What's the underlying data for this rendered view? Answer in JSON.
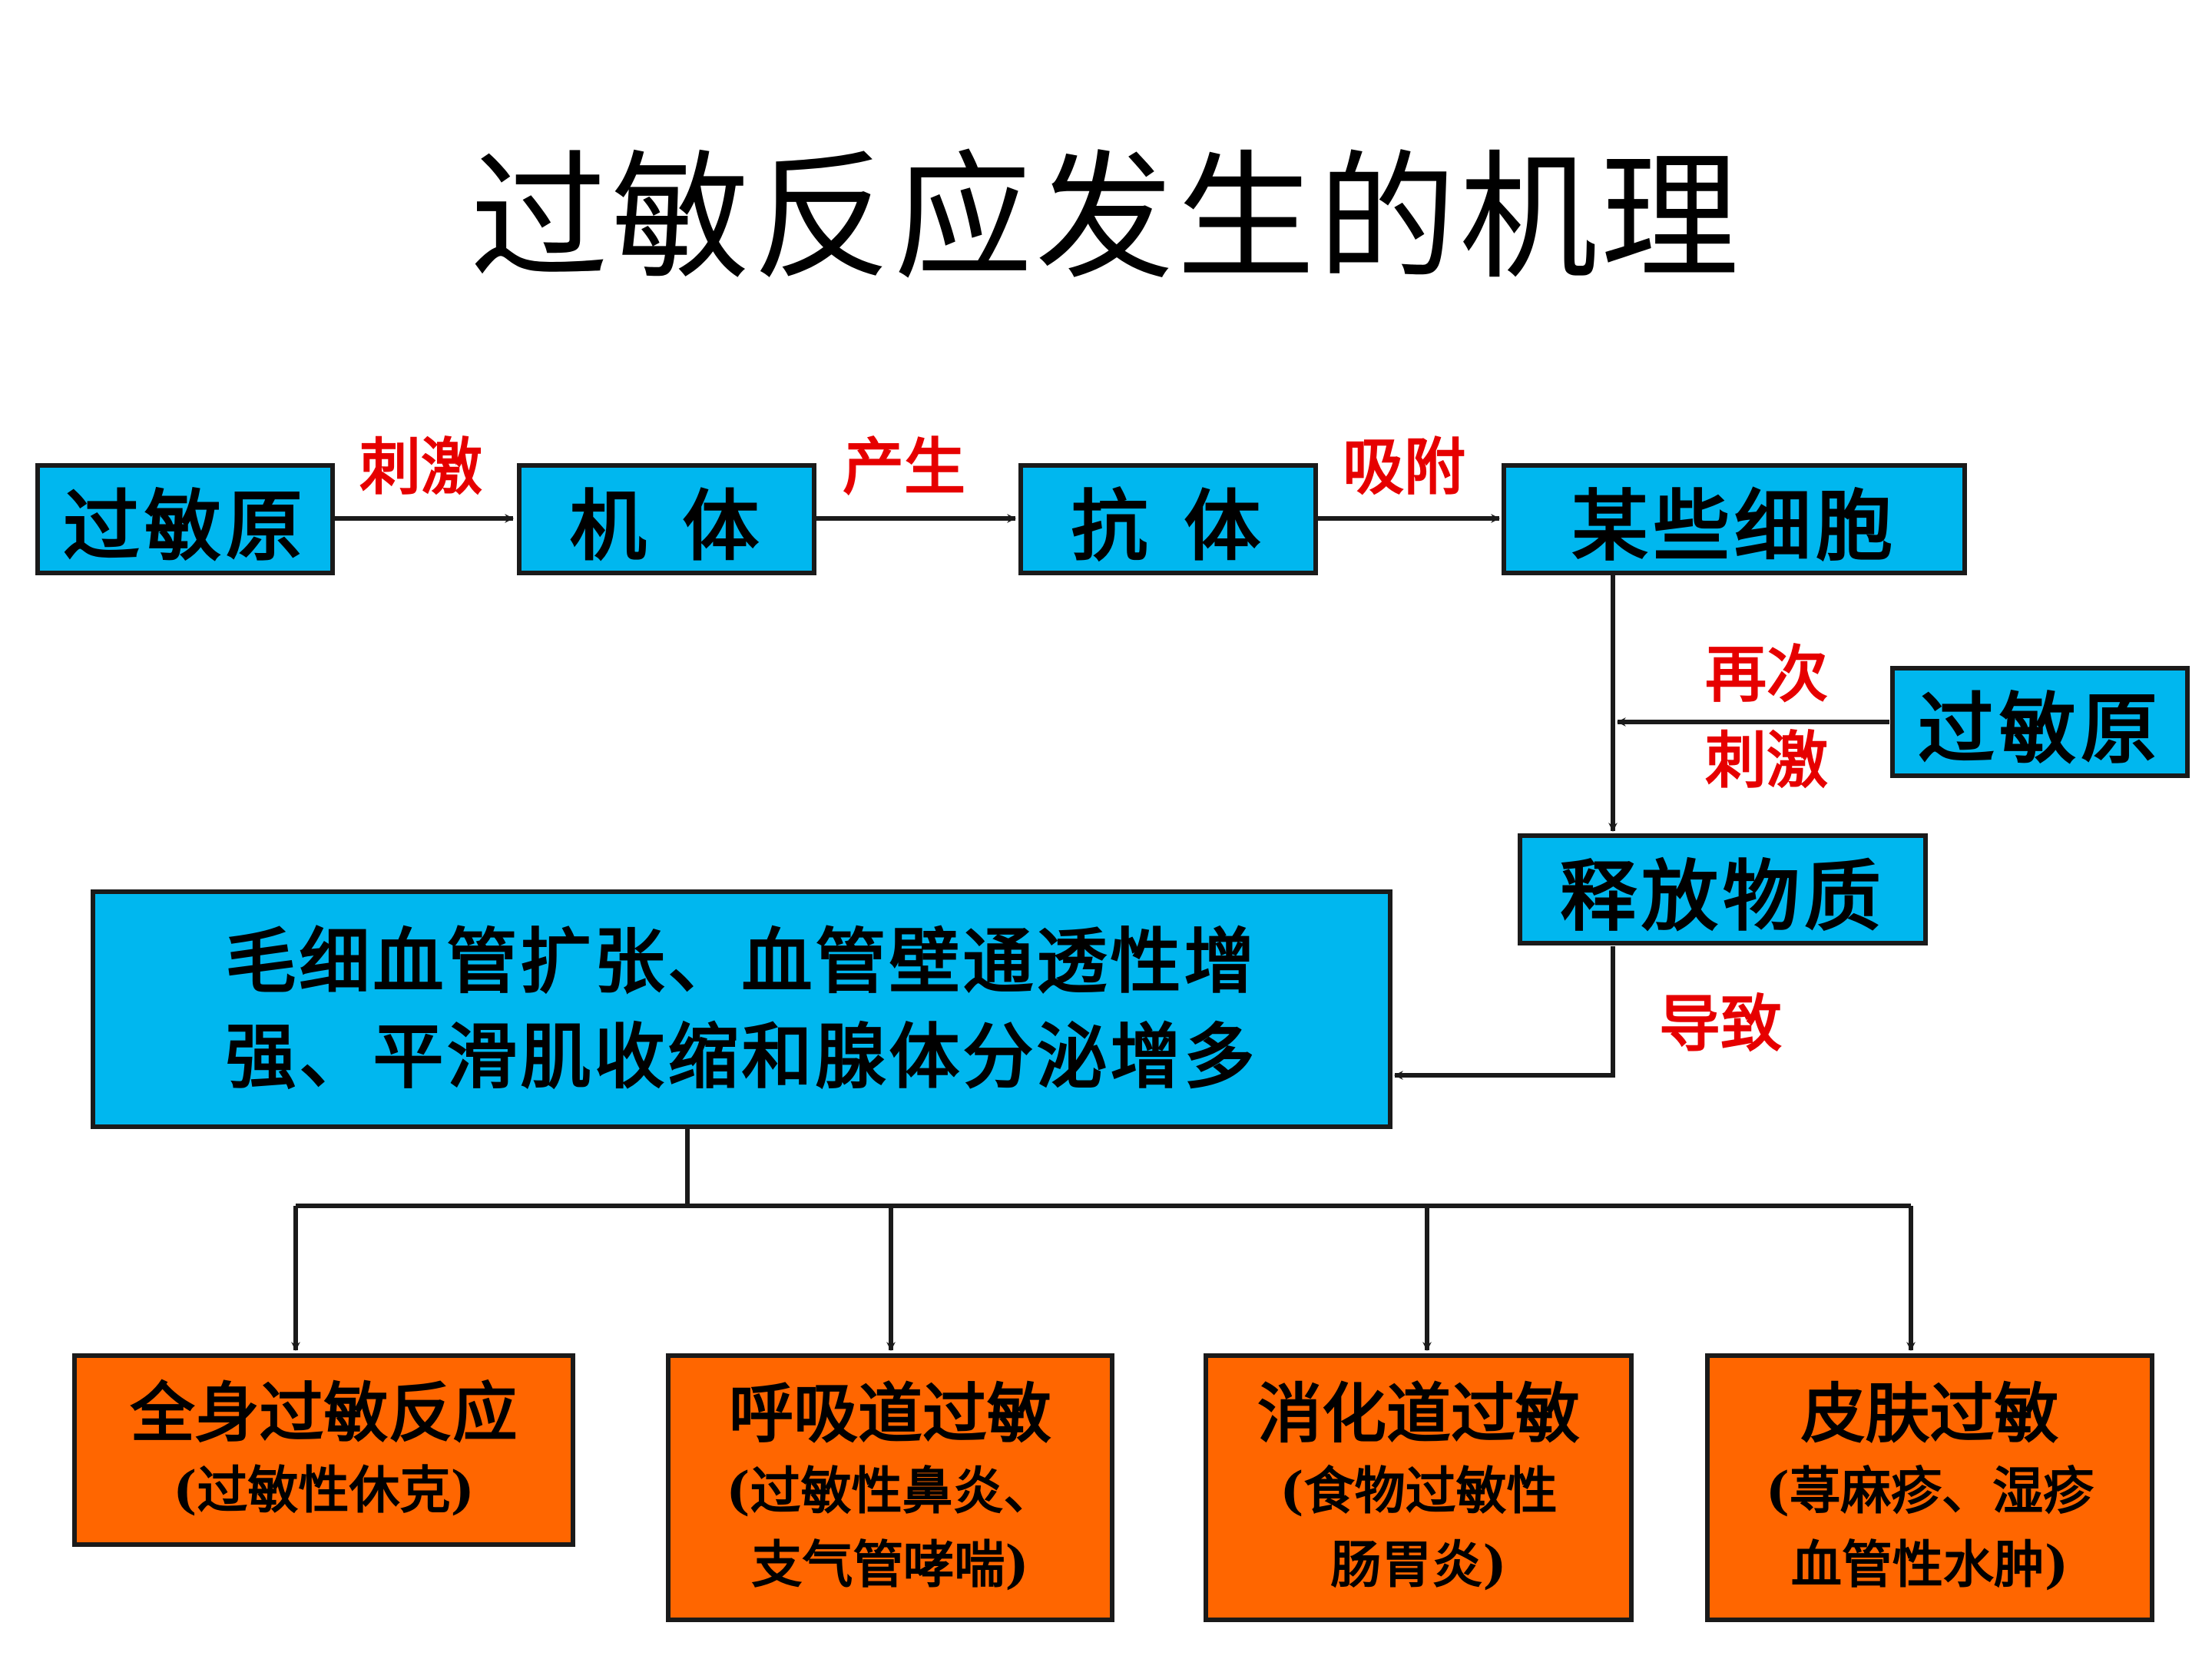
{
  "title": "过敏反应发生的机理",
  "nodes": {
    "allergen1": "过敏原",
    "body": "机 体",
    "antibody": "抗 体",
    "cells": "某些细胞",
    "allergen2": "过敏原",
    "release": "释放物质",
    "effect_line1": "毛细血管扩张、血管壁通透性增",
    "effect_line2": "强、平滑肌收缩和腺体分泌增多"
  },
  "edges": {
    "stimulate": "刺激",
    "produce": "产生",
    "adsorb": "吸附",
    "again": "再次",
    "stimulate2": "刺激",
    "cause": "导致"
  },
  "outcomes": [
    {
      "name": "全身过敏反应",
      "detail1": "(过敏性休克)",
      "detail2": ""
    },
    {
      "name": "呼吸道过敏",
      "detail1": "(过敏性鼻炎、",
      "detail2": "支气管哮喘)"
    },
    {
      "name": "消化道过敏",
      "detail1": "(食物过敏性",
      "detail2": "肠胃炎)"
    },
    {
      "name": "皮肤过敏",
      "detail1": "(荨麻疹、湿疹",
      "detail2": "血管性水肿)"
    }
  ],
  "colors": {
    "node_fill": "#00b7ef",
    "outcome_fill": "#ff6600",
    "edge_label": "#e60000",
    "line": "#1a1a1a"
  }
}
